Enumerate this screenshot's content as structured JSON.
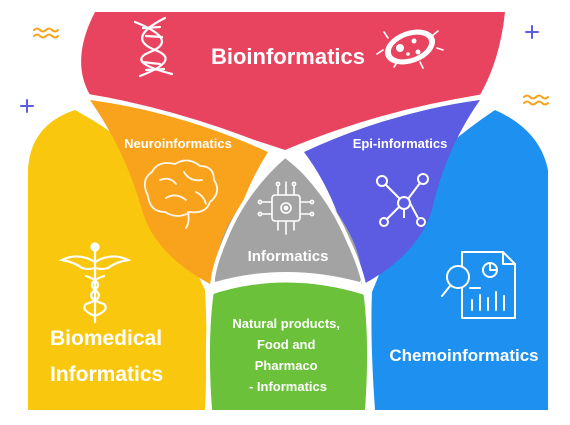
{
  "regions": {
    "top": {
      "label": "Bioinformatics",
      "color": "#E8445F"
    },
    "left": {
      "label_lines": [
        "Biomedical",
        "Informatics"
      ],
      "color": "#F9C80E"
    },
    "right": {
      "label": "Chemoinformatics",
      "color": "#1E90F0"
    },
    "top_left": {
      "label": "Neuroinformatics",
      "color": "#F9A21B"
    },
    "top_right": {
      "label": "Epi-informatics",
      "color": "#5B5CE2"
    },
    "bottom": {
      "label_lines": [
        "Natural products,",
        "Food and",
        "Pharmaco",
        "- Informatics"
      ],
      "color": "#6BC23A"
    },
    "center": {
      "label": "Informatics",
      "color": "#A3A3A3"
    }
  },
  "icons": {
    "top": [
      "dna-icon",
      "bacterium-icon"
    ],
    "top_left": "brain-icon",
    "top_right": "molecule-icon",
    "left": "caduceus-icon",
    "right": "report-chart-icon",
    "center": "chip-gear-icon"
  },
  "decorations": [
    "plus-icon",
    "wave-icon"
  ]
}
